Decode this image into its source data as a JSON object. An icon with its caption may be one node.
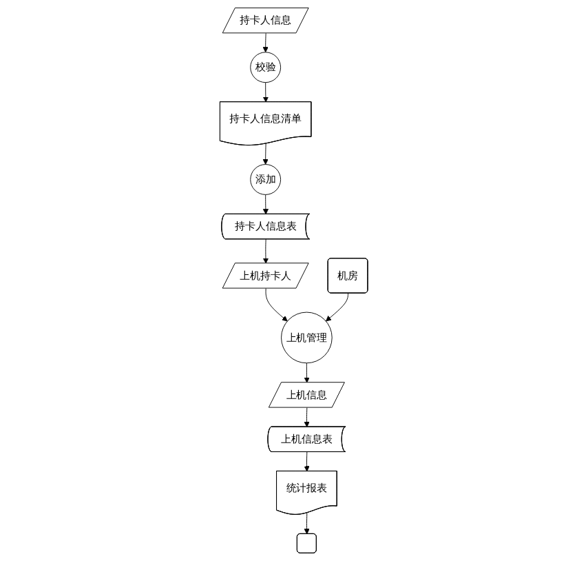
{
  "diagram": {
    "nodes": [
      {
        "text": [
          "持卡人信息"
        ]
      },
      {
        "text": [
          "校验"
        ]
      },
      {
        "text": [
          "持卡人信息清单"
        ]
      },
      {
        "text": [
          "添加"
        ]
      },
      {
        "text": [
          "持卡人信息表"
        ]
      },
      {
        "text": [
          "上机持卡人"
        ]
      },
      {
        "text": [
          "机房"
        ]
      },
      {
        "text": [
          "上机管理"
        ]
      },
      {
        "text": [
          "上机信息"
        ]
      },
      {
        "text": [
          "上机信息表"
        ]
      },
      {
        "text": [
          "统计报表"
        ]
      },
      {
        "text": [],
        "shape": "box"
      }
    ],
    "edges": [
      {
        "from": 0,
        "to": 1,
        "arrow": "to"
      },
      {
        "from": 1,
        "to": 2,
        "arrow": "to"
      },
      {
        "from": 2,
        "to": 3,
        "arrow": "to"
      },
      {
        "from": 3,
        "to": 4,
        "arrow": "to"
      },
      {
        "from": 4,
        "to": 5,
        "arrow": "to"
      },
      {
        "from": 5,
        "to": 7,
        "arrow": "to"
      },
      {
        "from": 6,
        "to": 7,
        "arrow": "to"
      },
      {
        "from": 7,
        "to": 8,
        "arrow": "to"
      },
      {
        "from": 8,
        "to": 9,
        "arrow": "to"
      },
      {
        "from": 9,
        "to": 10,
        "arrow": "to"
      },
      {
        "from": 10,
        "to": 11,
        "arrow": "to"
      }
    ]
  }
}
